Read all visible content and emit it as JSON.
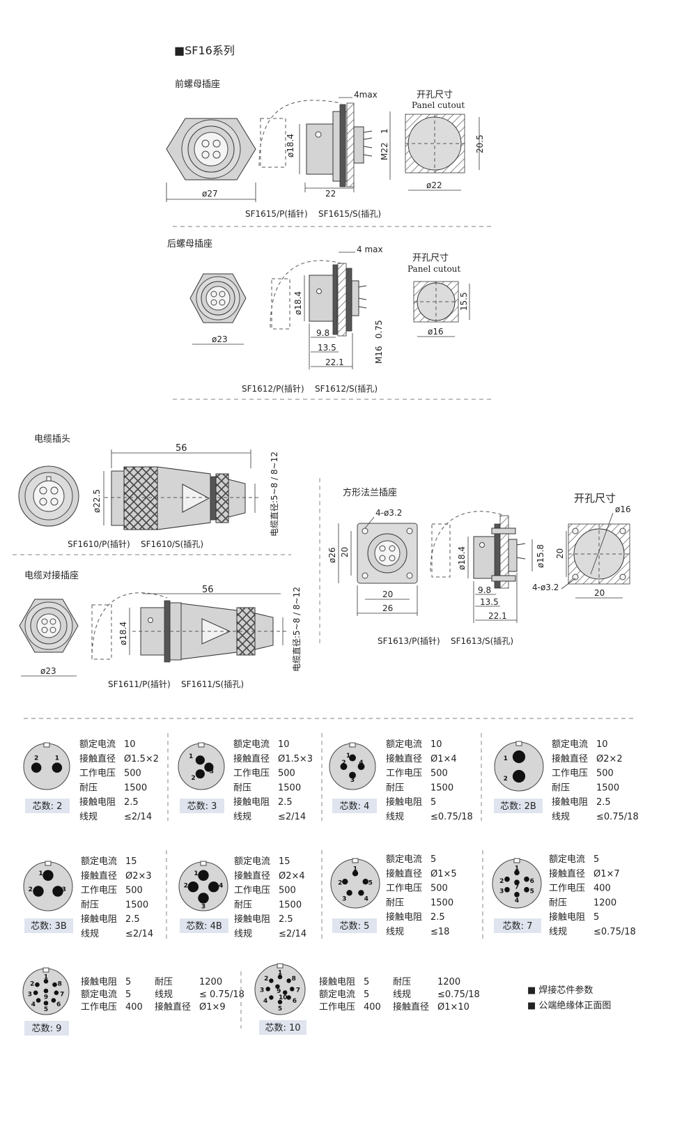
{
  "series_title": "■SF16系列",
  "front_nut": {
    "heading": "前螺母插座",
    "dims": {
      "a": "4max",
      "b": "ø18.4",
      "c": "1",
      "d": "M22",
      "e": "22",
      "f": "ø27"
    },
    "cutout_cn": "开孔尺寸",
    "cutout_en": "Panel cutout",
    "cutout_dims": {
      "h": "20.5",
      "w": "ø22"
    },
    "models": "SF1615/P(插针)    SF1615/S(插孔)"
  },
  "rear_nut": {
    "heading": "后螺母插座",
    "dims": {
      "a": "4 max",
      "b": "ø18.4",
      "c": "9.8",
      "d": "13.5",
      "e": "22.1",
      "f": "0.75",
      "g": "M16",
      "h": "ø23"
    },
    "cutout_cn": "开孔尺寸",
    "cutout_en": "Panel cutout",
    "cutout_dims": {
      "h": "15.5",
      "w": "ø16"
    },
    "models": "SF1612/P(插针)    SF1612/S(插孔)"
  },
  "cable_plug": {
    "heading": "电缆插头",
    "dims": {
      "len": "56",
      "dia": "ø22.5",
      "cable": "电缆直径:5~8 / 8~12"
    },
    "models": "SF1610/P(插针)    SF1610/S(插孔)"
  },
  "cable_butt": {
    "heading": "电缆对接插座",
    "dims": {
      "len": "56",
      "dia": "ø18.4",
      "face": "ø23",
      "cable": "电缆直径:5~8 / 8~12"
    },
    "models": "SF1611/P(插针)    SF1611/S(插孔)"
  },
  "square_flange": {
    "heading": "方形法兰插座",
    "dims": {
      "holes": "4-ø3.2",
      "d26": "ø26",
      "h20": "20",
      "w20": "20",
      "w26": "26",
      "b": "ø18.4",
      "c": "ø15.8",
      "d": "9.8",
      "e": "13.5",
      "f": "22.1"
    },
    "cutout_cn": "开孔尺寸",
    "cutout_dims": {
      "dia": "ø16",
      "holes": "4-ø3.2",
      "h": "20",
      "w": "20"
    },
    "models": "SF1613/P(插针)    SF1613/S(插孔)"
  },
  "pin_specs": [
    {
      "badge": "芯数: 2",
      "rows": [
        [
          "额定电流",
          "10"
        ],
        [
          "接触直径",
          "Ø1.5×2"
        ],
        [
          "工作电压",
          "500"
        ],
        [
          "耐压",
          "1500"
        ],
        [
          "接触电阻",
          "2.5"
        ],
        [
          "线规",
          "≤2/14"
        ]
      ]
    },
    {
      "badge": "芯数: 3",
      "rows": [
        [
          "额定电流",
          "10"
        ],
        [
          "接触直径",
          "Ø1.5×3"
        ],
        [
          "工作电压",
          "500"
        ],
        [
          "耐压",
          "1500"
        ],
        [
          "接触电阻",
          "2.5"
        ],
        [
          "线规",
          "≤2/14"
        ]
      ]
    },
    {
      "badge": "芯数: 4",
      "rows": [
        [
          "额定电流",
          "10"
        ],
        [
          "接触直径",
          "Ø1×4"
        ],
        [
          "工作电压",
          "500"
        ],
        [
          "耐压",
          "1500"
        ],
        [
          "接触电阻",
          "5"
        ],
        [
          "线规",
          "≤0.75/18"
        ]
      ]
    },
    {
      "badge": "芯数: 2B",
      "rows": [
        [
          "额定电流",
          "10"
        ],
        [
          "接触直径",
          "Ø2×2"
        ],
        [
          "工作电压",
          "500"
        ],
        [
          "耐压",
          "1500"
        ],
        [
          "接触电阻",
          "2.5"
        ],
        [
          "线规",
          "≤0.75/18"
        ]
      ]
    },
    {
      "badge": "芯数: 3B",
      "rows": [
        [
          "额定电流",
          "15"
        ],
        [
          "接触直径",
          "Ø2×3"
        ],
        [
          "工作电压",
          "500"
        ],
        [
          "耐压",
          "1500"
        ],
        [
          "接触电阻",
          "2.5"
        ],
        [
          "线规",
          "≤2/14"
        ]
      ]
    },
    {
      "badge": "芯数: 4B",
      "rows": [
        [
          "额定电流",
          "15"
        ],
        [
          "接触直径",
          "Ø2×4"
        ],
        [
          "工作电压",
          "500"
        ],
        [
          "耐压",
          "1500"
        ],
        [
          "接触电阻",
          "2.5"
        ],
        [
          "线规",
          "≤2/14"
        ]
      ]
    },
    {
      "badge": "芯数: 5",
      "rows": [
        [
          "额定电流",
          "5"
        ],
        [
          "接触直径",
          "Ø1×5"
        ],
        [
          "工作电压",
          "500"
        ],
        [
          "耐压",
          "1500"
        ],
        [
          "接触电阻",
          "2.5"
        ],
        [
          "线规",
          "≤18"
        ]
      ]
    },
    {
      "badge": "芯数: 7",
      "rows": [
        [
          "额定电流",
          "5"
        ],
        [
          "接触直径",
          "Ø1×7"
        ],
        [
          "工作电压",
          "400"
        ],
        [
          "耐压",
          "1200"
        ],
        [
          "接触电阻",
          "5"
        ],
        [
          "线规",
          "≤0.75/18"
        ]
      ]
    },
    {
      "badge": "芯数: 9",
      "rows": [
        [
          "接触电阻",
          "5",
          "耐压",
          "1200"
        ],
        [
          "额定电流",
          "5",
          "线规",
          "≤ 0.75/18"
        ],
        [
          "工作电压",
          "400",
          "接触直径",
          "Ø1×9"
        ]
      ]
    },
    {
      "badge": "芯数: 10",
      "rows": [
        [
          "接触电阻",
          "5",
          "耐压",
          "1200"
        ],
        [
          "额定电流",
          "5",
          "线规",
          "≤0.75/18"
        ],
        [
          "工作电压",
          "400",
          "接触直径",
          "Ø1×10"
        ]
      ]
    }
  ],
  "legend": [
    "■ 焊接芯件参数",
    "■ 公端绝缘体正面图"
  ]
}
